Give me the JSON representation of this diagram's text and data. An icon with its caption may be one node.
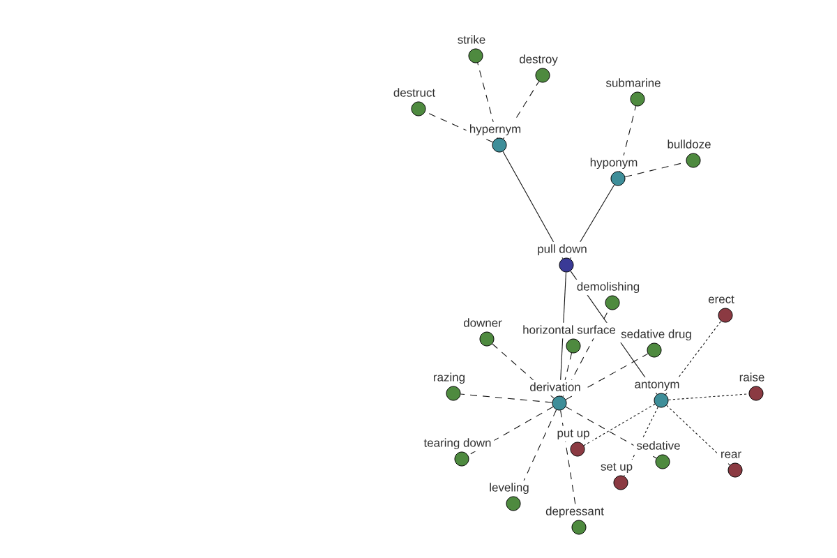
{
  "diagram": {
    "nodes": [
      {
        "text": [
          "strike"
        ]
      },
      {
        "text": [
          "destroy"
        ]
      },
      {
        "text": [
          "submarine"
        ]
      },
      {
        "text": [
          "destruct"
        ]
      },
      {
        "text": [
          "hypernym"
        ]
      },
      {
        "text": [
          "bulldoze"
        ]
      },
      {
        "text": [
          "hyponym"
        ]
      },
      {
        "text": [
          "pull down"
        ]
      },
      {
        "text": [
          "demolishing"
        ]
      },
      {
        "text": [
          "erect"
        ]
      },
      {
        "text": [
          "downer"
        ]
      },
      {
        "text": [
          "horizontal surface"
        ]
      },
      {
        "text": [
          "sedative drug"
        ]
      },
      {
        "text": [
          "raise"
        ]
      },
      {
        "text": [
          "razing"
        ]
      },
      {
        "text": [
          "antonym"
        ]
      },
      {
        "text": [
          "derivation"
        ]
      },
      {
        "text": [
          "put up"
        ]
      },
      {
        "text": [
          "tearing down"
        ]
      },
      {
        "text": [
          "sedative"
        ]
      },
      {
        "text": [
          "rear"
        ]
      },
      {
        "text": [
          "set up"
        ]
      },
      {
        "text": [
          "leveling"
        ]
      },
      {
        "text": [
          "depressant"
        ]
      }
    ],
    "edges": [
      {
        "from": 7,
        "to": 4,
        "arrow": "none"
      },
      {
        "from": 7,
        "to": 6,
        "arrow": "none"
      },
      {
        "from": 7,
        "to": 16,
        "arrow": "none"
      },
      {
        "from": 7,
        "to": 15,
        "arrow": "none"
      },
      {
        "from": 4,
        "to": 0,
        "arrow": "none",
        "style": "dashed"
      },
      {
        "from": 4,
        "to": 1,
        "arrow": "none",
        "style": "dashed"
      },
      {
        "from": 4,
        "to": 3,
        "arrow": "none",
        "style": "dashed"
      },
      {
        "from": 6,
        "to": 2,
        "arrow": "none",
        "style": "dashed"
      },
      {
        "from": 6,
        "to": 5,
        "arrow": "none",
        "style": "dashed"
      },
      {
        "from": 16,
        "to": 8,
        "arrow": "none",
        "style": "dashed"
      },
      {
        "from": 16,
        "to": 10,
        "arrow": "none",
        "style": "dashed"
      },
      {
        "from": 16,
        "to": 11,
        "arrow": "none",
        "style": "dashed"
      },
      {
        "from": 16,
        "to": 12,
        "arrow": "none",
        "style": "dashed"
      },
      {
        "from": 16,
        "to": 14,
        "arrow": "none",
        "style": "dashed"
      },
      {
        "from": 16,
        "to": 18,
        "arrow": "none",
        "style": "dashed"
      },
      {
        "from": 16,
        "to": 19,
        "arrow": "none",
        "style": "dashed"
      },
      {
        "from": 16,
        "to": 22,
        "arrow": "none",
        "style": "dashed"
      },
      {
        "from": 16,
        "to": 23,
        "arrow": "none",
        "style": "dashed"
      },
      {
        "from": 15,
        "to": 9,
        "arrow": "none",
        "style": "dashed"
      },
      {
        "from": 15,
        "to": 13,
        "arrow": "none",
        "style": "dashed"
      },
      {
        "from": 15,
        "to": 17,
        "arrow": "none",
        "style": "dashed"
      },
      {
        "from": 15,
        "to": 20,
        "arrow": "none",
        "style": "dashed"
      },
      {
        "from": 15,
        "to": 21,
        "arrow": "none",
        "style": "dashed"
      }
    ]
  }
}
